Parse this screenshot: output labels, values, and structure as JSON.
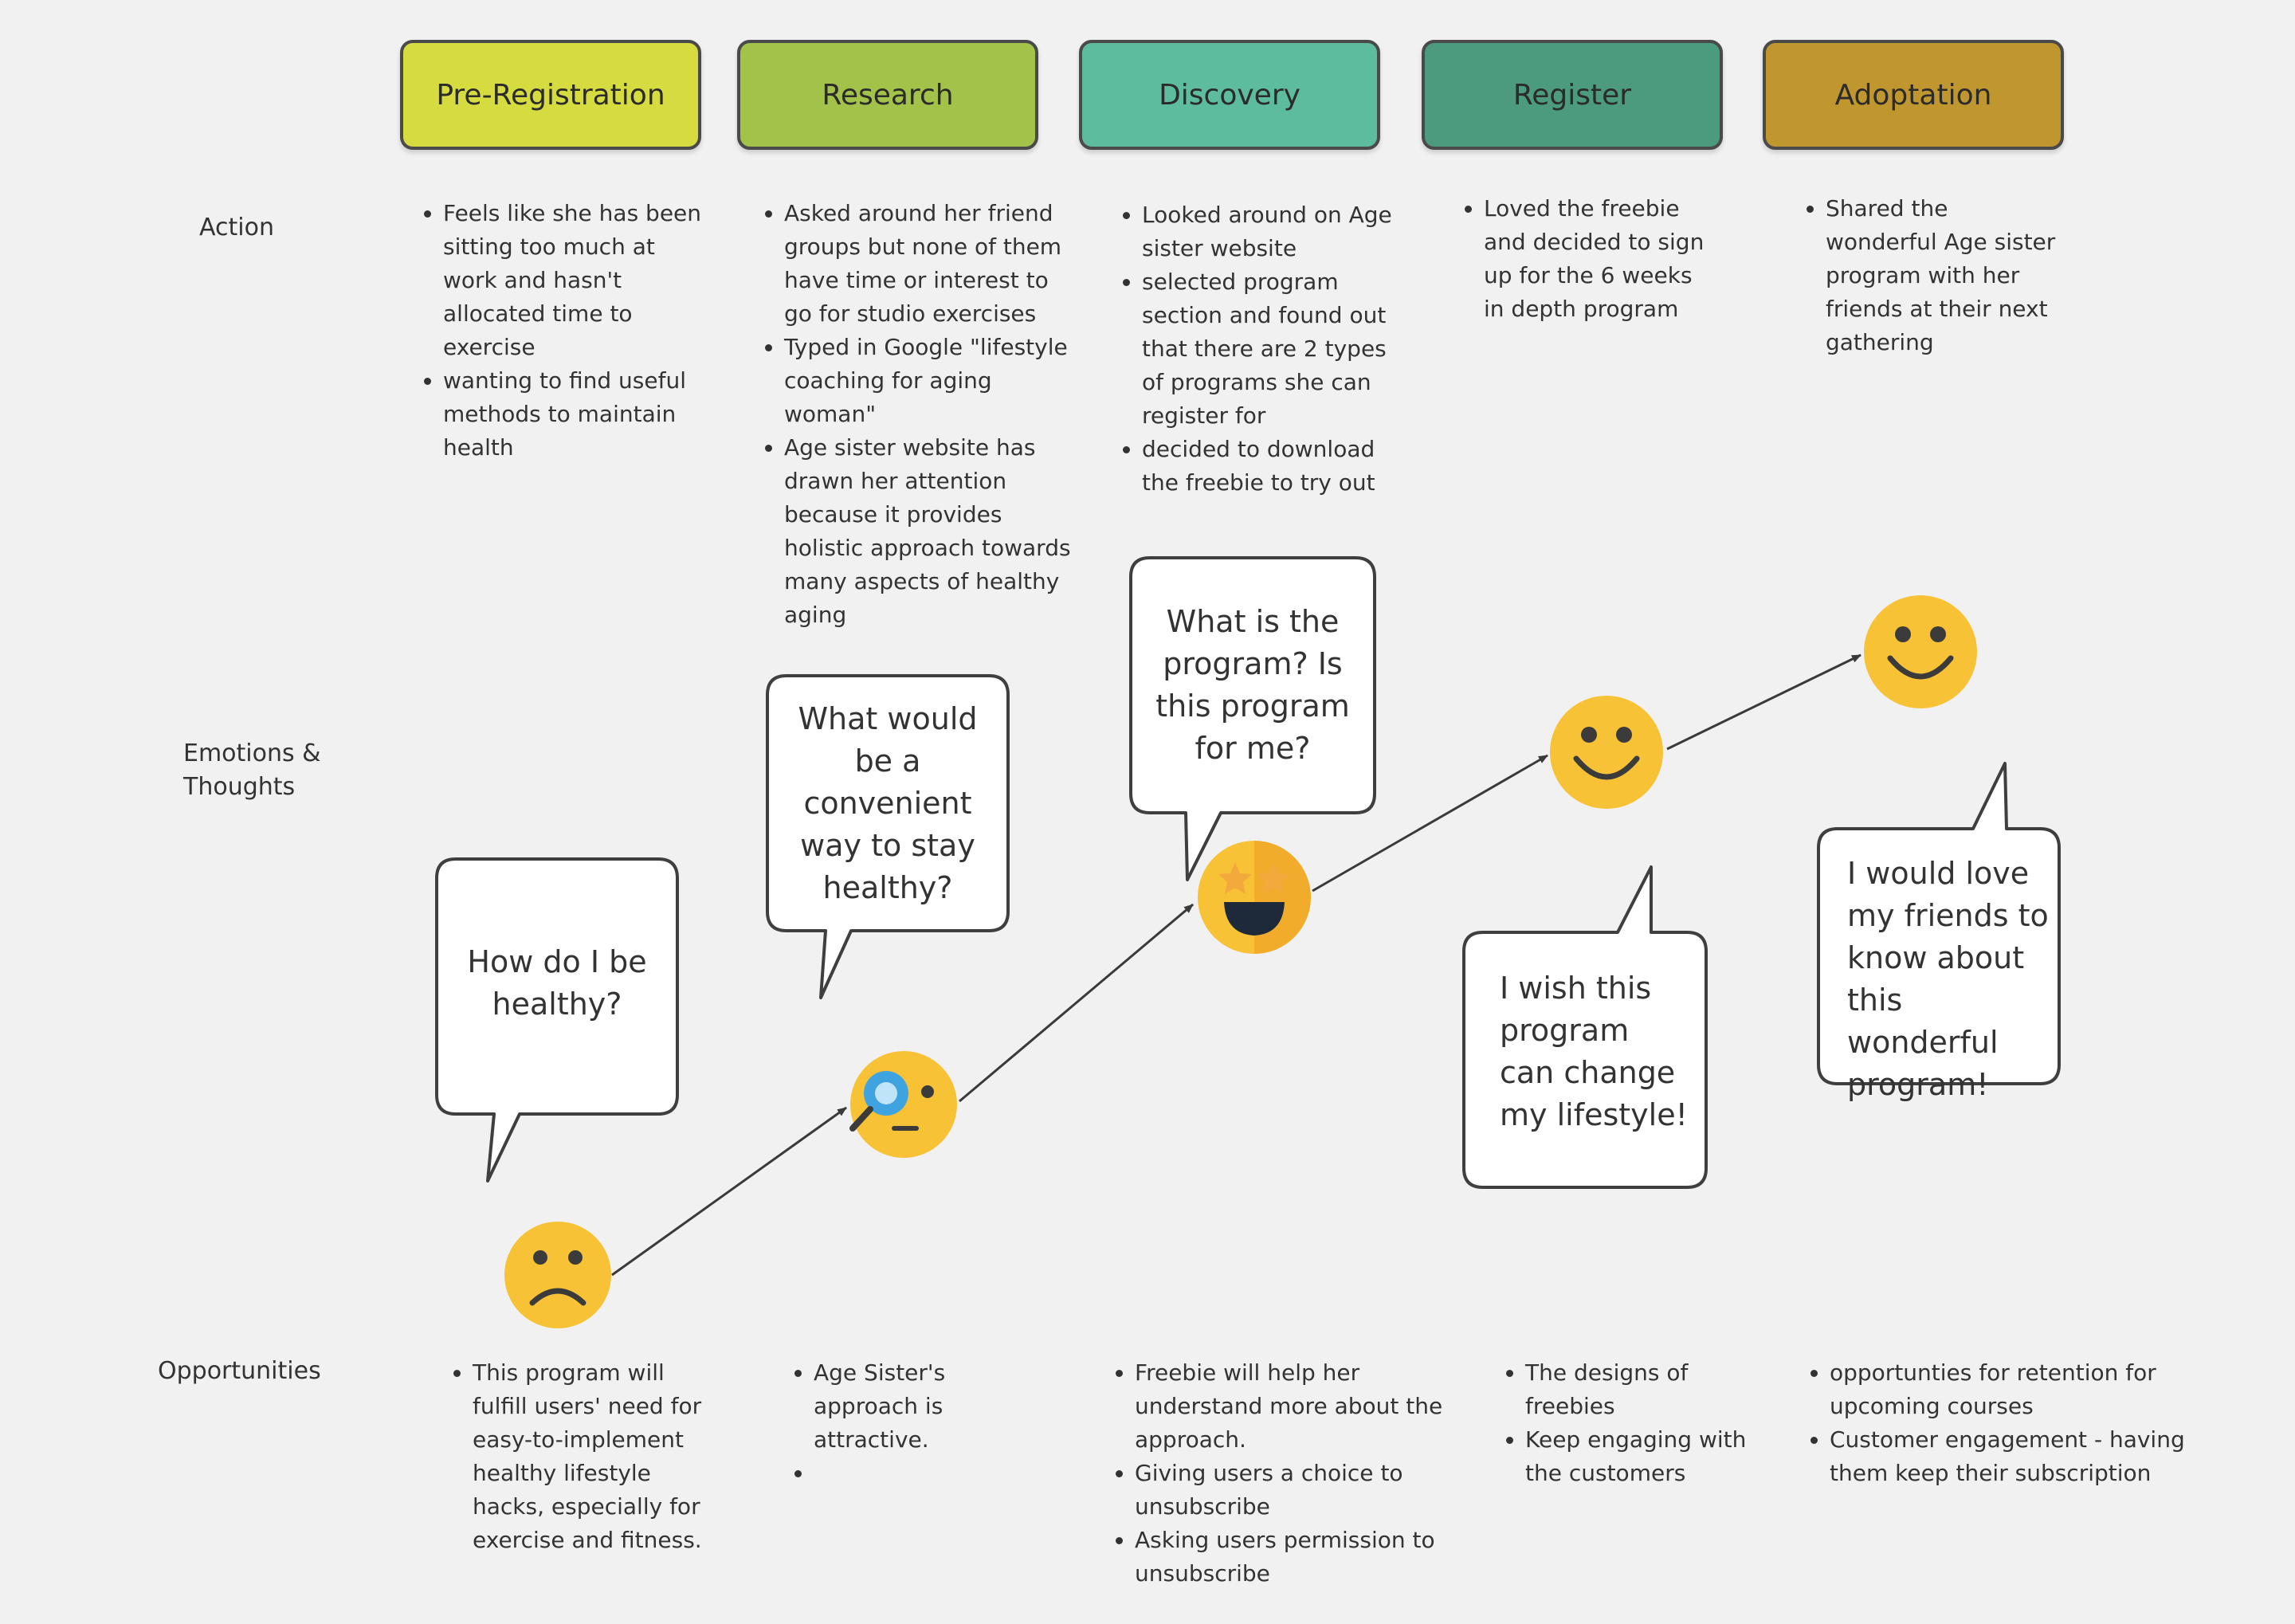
{
  "stages": [
    {
      "label": "Pre-Registration",
      "color": "#d6dc3f"
    },
    {
      "label": "Research",
      "color": "#a3c24a"
    },
    {
      "label": "Discovery",
      "color": "#5ebc9e"
    },
    {
      "label": "Register",
      "color": "#4d9b7f"
    },
    {
      "label": "Adoptation",
      "color": "#c0972f"
    }
  ],
  "rows": {
    "action": "Action",
    "emotions": "Emotions &\nThoughts",
    "opportunities": "Opportunities"
  },
  "actions": [
    {
      "items": [
        "Feels like she has been sitting too much at work and hasn't allocated time to exercise",
        "wanting to find useful methods to maintain health"
      ]
    },
    {
      "items": [
        "Asked around her friend groups but none of them have time or interest to go for studio exercises",
        "Typed in Google \"lifestyle coaching for aging woman\"",
        "Age sister website has drawn her attention because it provides holistic approach towards many aspects of healthy aging"
      ]
    },
    {
      "items": [
        "Looked around on Age sister website",
        "selected program section and found out that there are 2 types of programs she can register for",
        "decided to download the freebie to try out"
      ]
    },
    {
      "items": [
        "Loved the freebie and decided to sign up for the 6 weeks in depth program"
      ]
    },
    {
      "items": [
        "Shared the wonderful Age sister program with her friends at their next gathering"
      ]
    }
  ],
  "thoughts": [
    "How do I be healthy?",
    "What would be a convenient way to stay healthy?",
    "What is the program? Is this program for me?",
    "I wish this program can change my lifestyle!",
    "I would love my friends to know about this wonderful program!"
  ],
  "emotions": [
    {
      "icon": "sad-face-icon"
    },
    {
      "icon": "curious-magnifier-face-icon"
    },
    {
      "icon": "star-struck-face-icon"
    },
    {
      "icon": "smiling-face-icon"
    },
    {
      "icon": "smiling-face-icon"
    }
  ],
  "opportunities": [
    {
      "items": [
        "This program will fulfill users' need for easy-to-implement healthy lifestyle hacks, especially for exercise and fitness."
      ]
    },
    {
      "items": [
        "Age Sister's approach is attractive.",
        ""
      ]
    },
    {
      "items": [
        "Freebie will help her understand more about the approach.",
        "Giving users a choice to unsubscribe",
        "Asking users permission to unsubscribe"
      ]
    },
    {
      "items": [
        "The designs of freebies",
        "Keep engaging with the customers"
      ]
    },
    {
      "items": [
        "opportunties for retention for upcoming courses",
        "Customer engagement - having them keep their subscription"
      ]
    }
  ],
  "colors": {
    "background": "#f1f1f1",
    "emoji_yellow": "#f7c235",
    "emoji_dark": "#3b3b3b",
    "magnifier_blue": "#3fa3e0",
    "star_orange": "#f4a93c",
    "line": "#3a3a3a"
  }
}
